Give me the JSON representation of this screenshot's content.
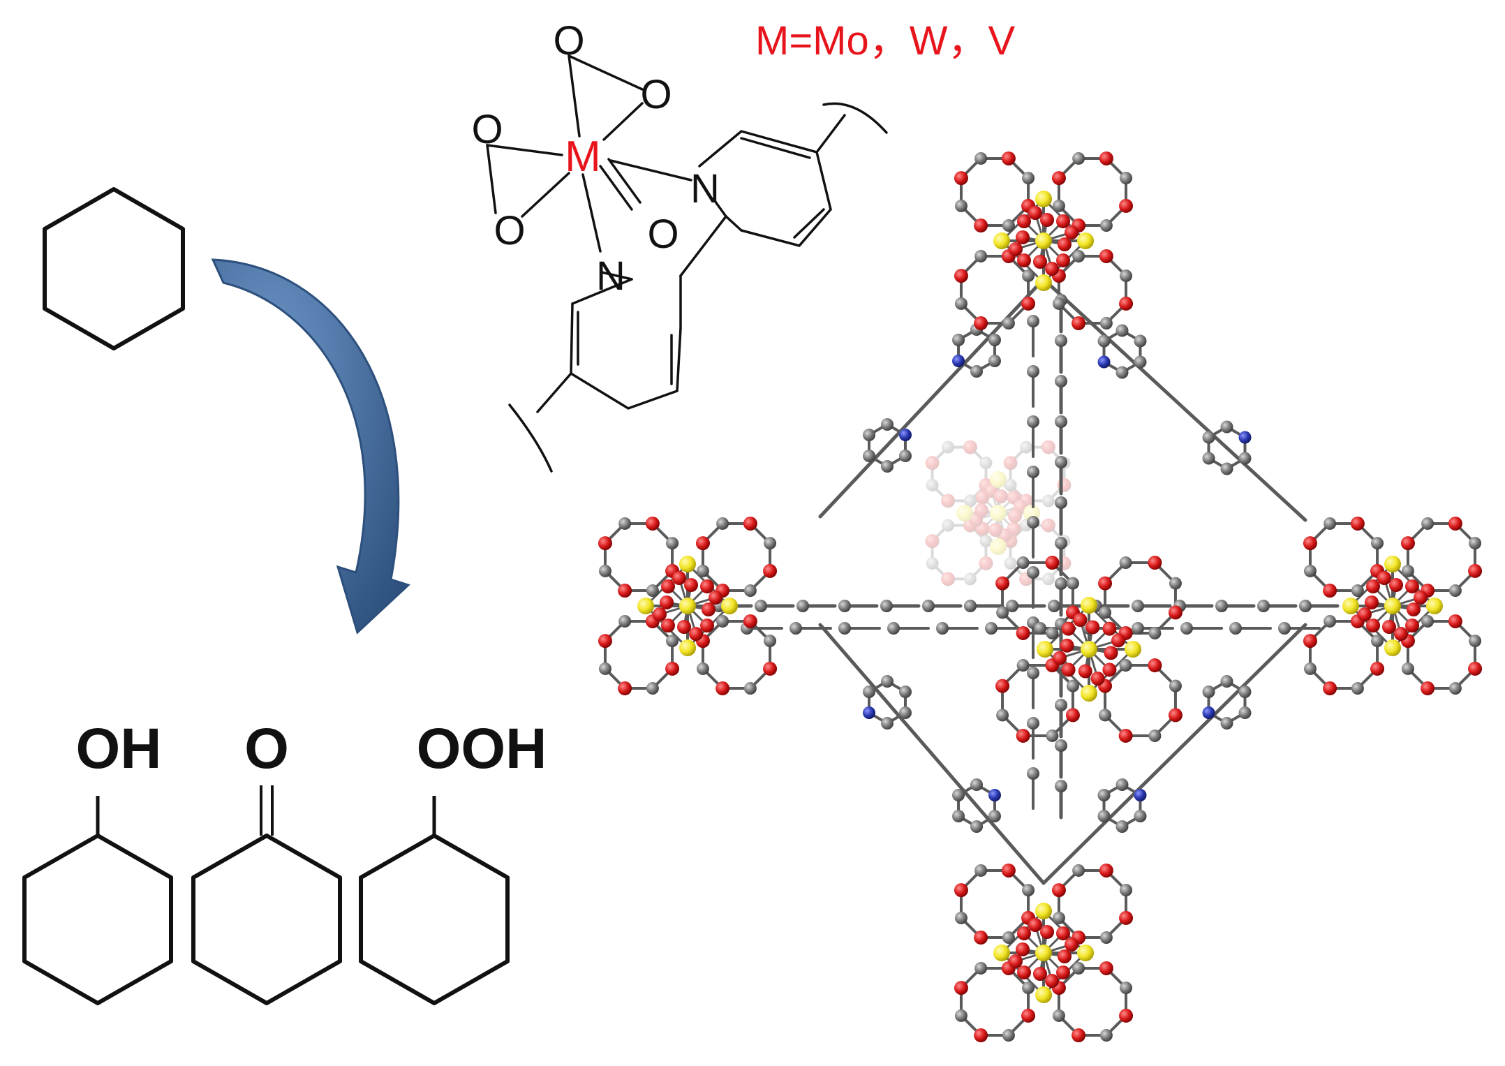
{
  "title": "M=Mo，W，V",
  "complex": {
    "metal_symbol": "M",
    "oxygen_labels": [
      "O",
      "O",
      "O",
      "O",
      "O"
    ],
    "nitrogen_labels": [
      "N",
      "N"
    ]
  },
  "products": [
    {
      "group": "OH"
    },
    {
      "group": "O"
    },
    {
      "group": "OOH"
    }
  ],
  "colors": {
    "metal": "#e8141c",
    "arrow_fill": "#3f6ea8",
    "arrow_edge": "#2c4f7c",
    "atom_metal": "#f2e526",
    "atom_oxygen": "#d91a1a",
    "atom_carbon": "#7a7a7a",
    "atom_nitrogen": "#2a39b0",
    "bond": "#555555",
    "line": "#111111"
  },
  "icons": {
    "reactant": "cyclohexane-ring",
    "arrow": "curved-reaction-arrow",
    "framework": "mof-crystal-structure"
  }
}
